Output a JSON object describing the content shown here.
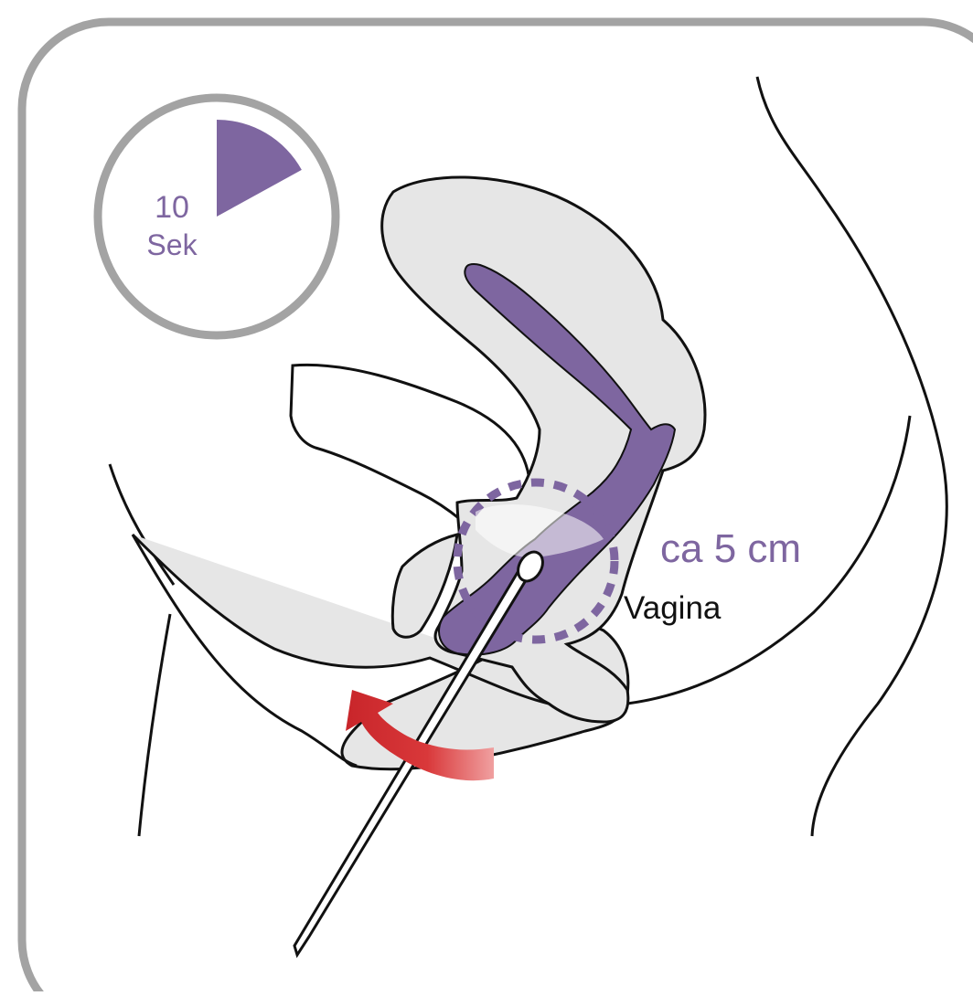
{
  "timer": {
    "number": "10",
    "unit": "Sek",
    "elapsed_fraction": 0.17
  },
  "labels": {
    "depth": "ca 5 cm",
    "organ": "Vagina"
  },
  "colors": {
    "frame": "#a3a3a3",
    "accent_purple": "#7e66a0",
    "organ_fill": "#e6e6e6",
    "outline": "#111111",
    "arrow_red": "#d9383a",
    "background": "#ffffff"
  },
  "icons": {
    "rotation_arrow": "curved-arrow-icon",
    "timer": "timer-pie-icon"
  }
}
